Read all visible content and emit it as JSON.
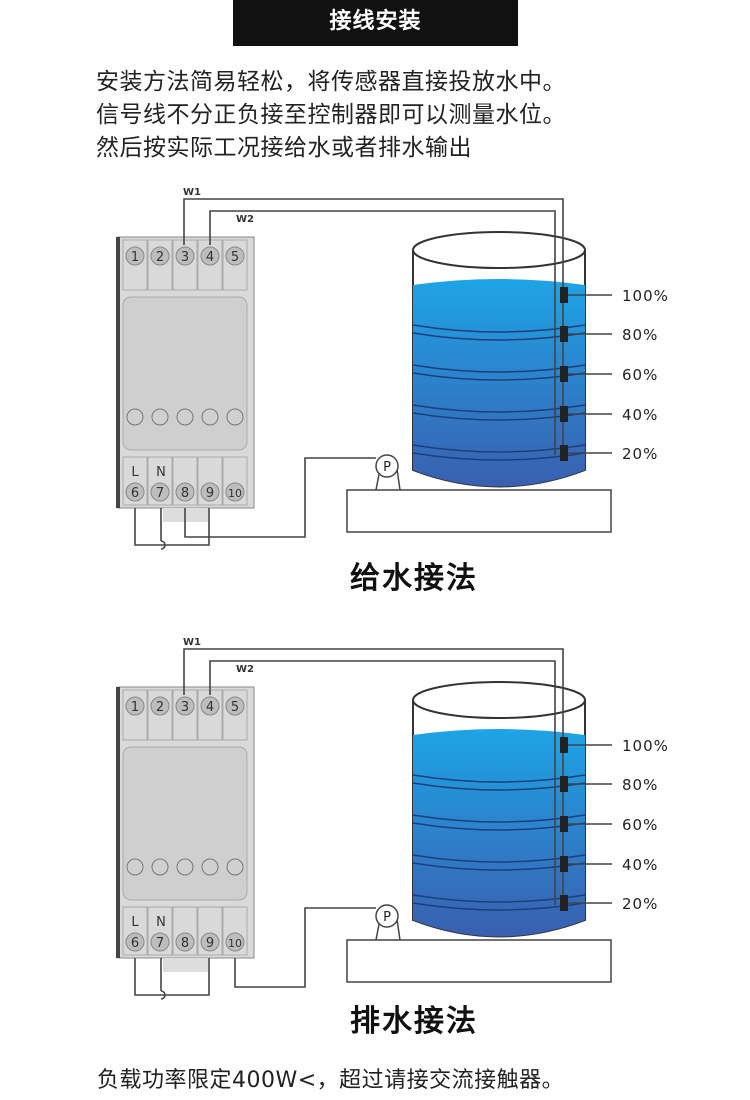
{
  "header": {
    "title": "接线安装"
  },
  "intro": {
    "lines": [
      "安装方法简易轻松，将传感器直接投放水中。",
      "信号线不分正负接至控制器即可以测量水位。",
      "然后按实际工况接给水或者排水输出"
    ]
  },
  "diagrams": [
    {
      "title": "给水接法",
      "output_terminal": "8"
    },
    {
      "title": "排水接法",
      "output_terminal": "10"
    }
  ],
  "wire_labels": [
    "W1",
    "W2"
  ],
  "terminals_top": [
    "1",
    "2",
    "3",
    "4",
    "5"
  ],
  "terminals_bottom": [
    "6",
    "7",
    "8",
    "9",
    "10"
  ],
  "terminal_marks": [
    "L",
    "N"
  ],
  "pump_label": "P",
  "levels": [
    "100%",
    "80%",
    "60%",
    "40%",
    "20%"
  ],
  "footer": {
    "note": "负载功率限定400W<，超过请接交流接触器。"
  },
  "colors": {
    "water_top": "#1ea4e6",
    "water_bottom": "#3a5fb0",
    "banner": "#111111"
  }
}
